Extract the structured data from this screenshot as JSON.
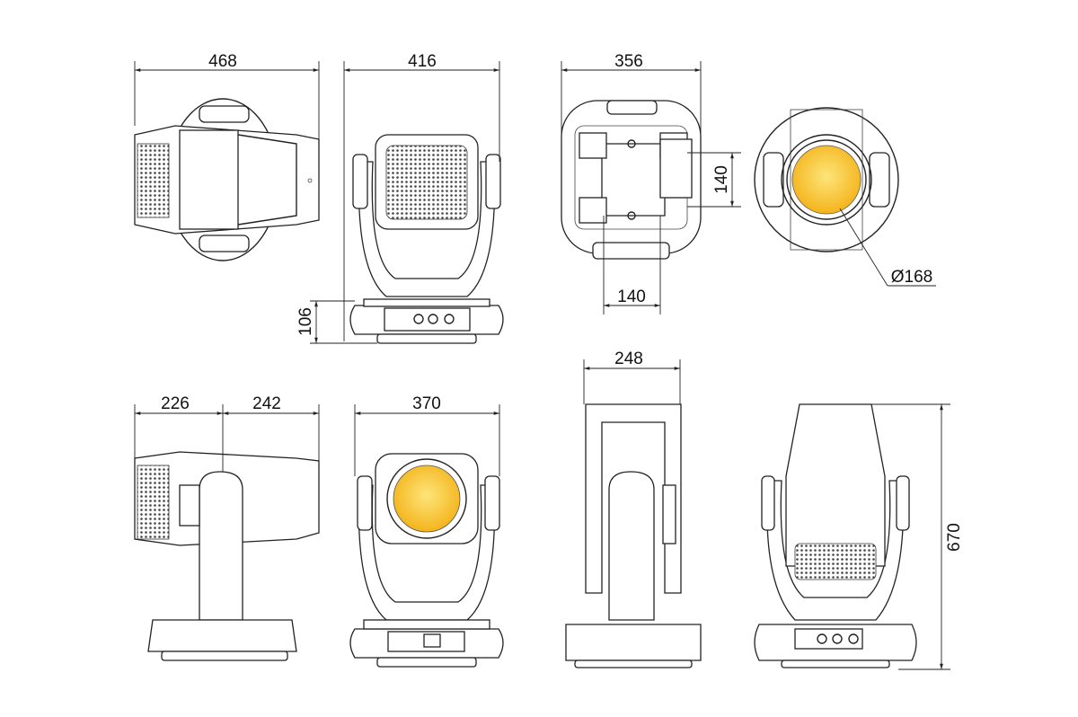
{
  "dimensions": {
    "top_view_width": "468",
    "front_top_width": "416",
    "rear_width": "356",
    "rear_bracket_vertical": "140",
    "rear_bracket_horizontal": "140",
    "lens_diameter": "Ø168",
    "base_height": "106",
    "side_front_depth": "226",
    "side_rear_depth": "242",
    "front_width": "370",
    "side_width": "248",
    "total_height": "670"
  },
  "colors": {
    "lens_center": "#fde57a",
    "lens_edge": "#f4b41c",
    "line": "#222222"
  }
}
